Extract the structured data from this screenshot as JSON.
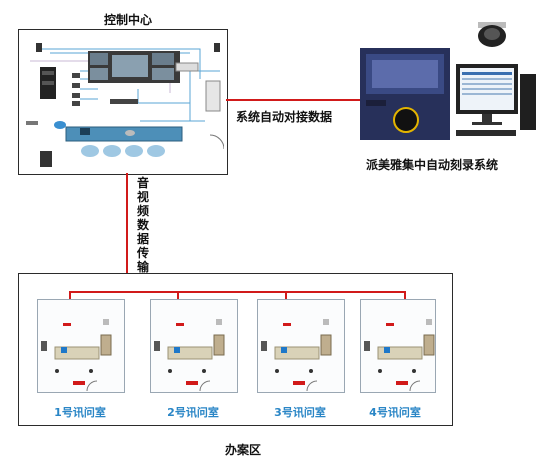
{
  "control_center": {
    "title": "控制中心"
  },
  "link_label": "系统自动对接数据",
  "system_name": "派美雅集中自动刻录系统",
  "transmission_label": "音视频数据传输",
  "office_area": {
    "title": "办案区",
    "rooms": [
      {
        "label": "1号讯问室"
      },
      {
        "label": "2号讯问室"
      },
      {
        "label": "3号讯问室"
      },
      {
        "label": "4号讯问室"
      }
    ]
  },
  "colors": {
    "link_line": "#d11a1a",
    "room_label": "#2a86c6",
    "border": "#2b2b2b"
  }
}
